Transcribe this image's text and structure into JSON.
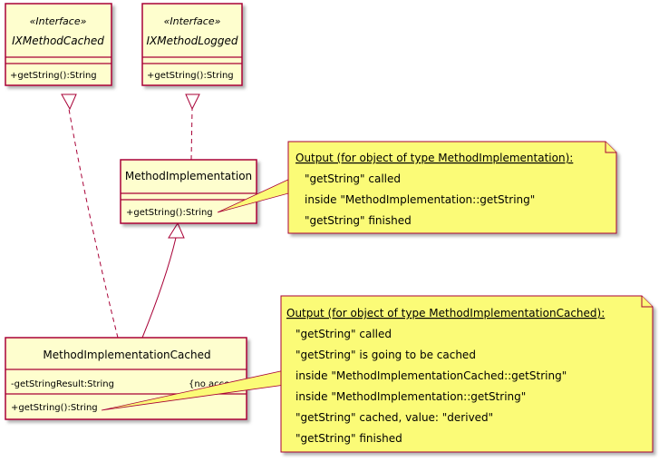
{
  "classes": {
    "cached_iface": {
      "stereotype": "«Interface»",
      "name": "IXMethodCached",
      "method": "+getString():String"
    },
    "logged_iface": {
      "stereotype": "«Interface»",
      "name": "IXMethodLogged",
      "method": "+getString():String"
    },
    "impl": {
      "name": "MethodImplementation",
      "method": "+getString():String"
    },
    "impl_cached": {
      "name": "MethodImplementationCached",
      "field": "-getStringResult:String",
      "field_note": "{no acce",
      "method": "+getString():String"
    }
  },
  "notes": {
    "impl_output": {
      "title": "Output (for object of type MethodImplementation):",
      "lines": [
        "\"getString\" called",
        "inside \"MethodImplementation::getString\"",
        "\"getString\" finished"
      ]
    },
    "cached_output": {
      "title": "Output (for object of type MethodImplementationCached):",
      "lines": [
        "\"getString\" called",
        "\"getString\" is going to be cached",
        "inside \"MethodImplementationCached::getString\"",
        "inside \"MethodImplementation::getString\"",
        "\"getString\" cached, value: \"derived\"",
        "\"getString\" finished"
      ]
    }
  }
}
